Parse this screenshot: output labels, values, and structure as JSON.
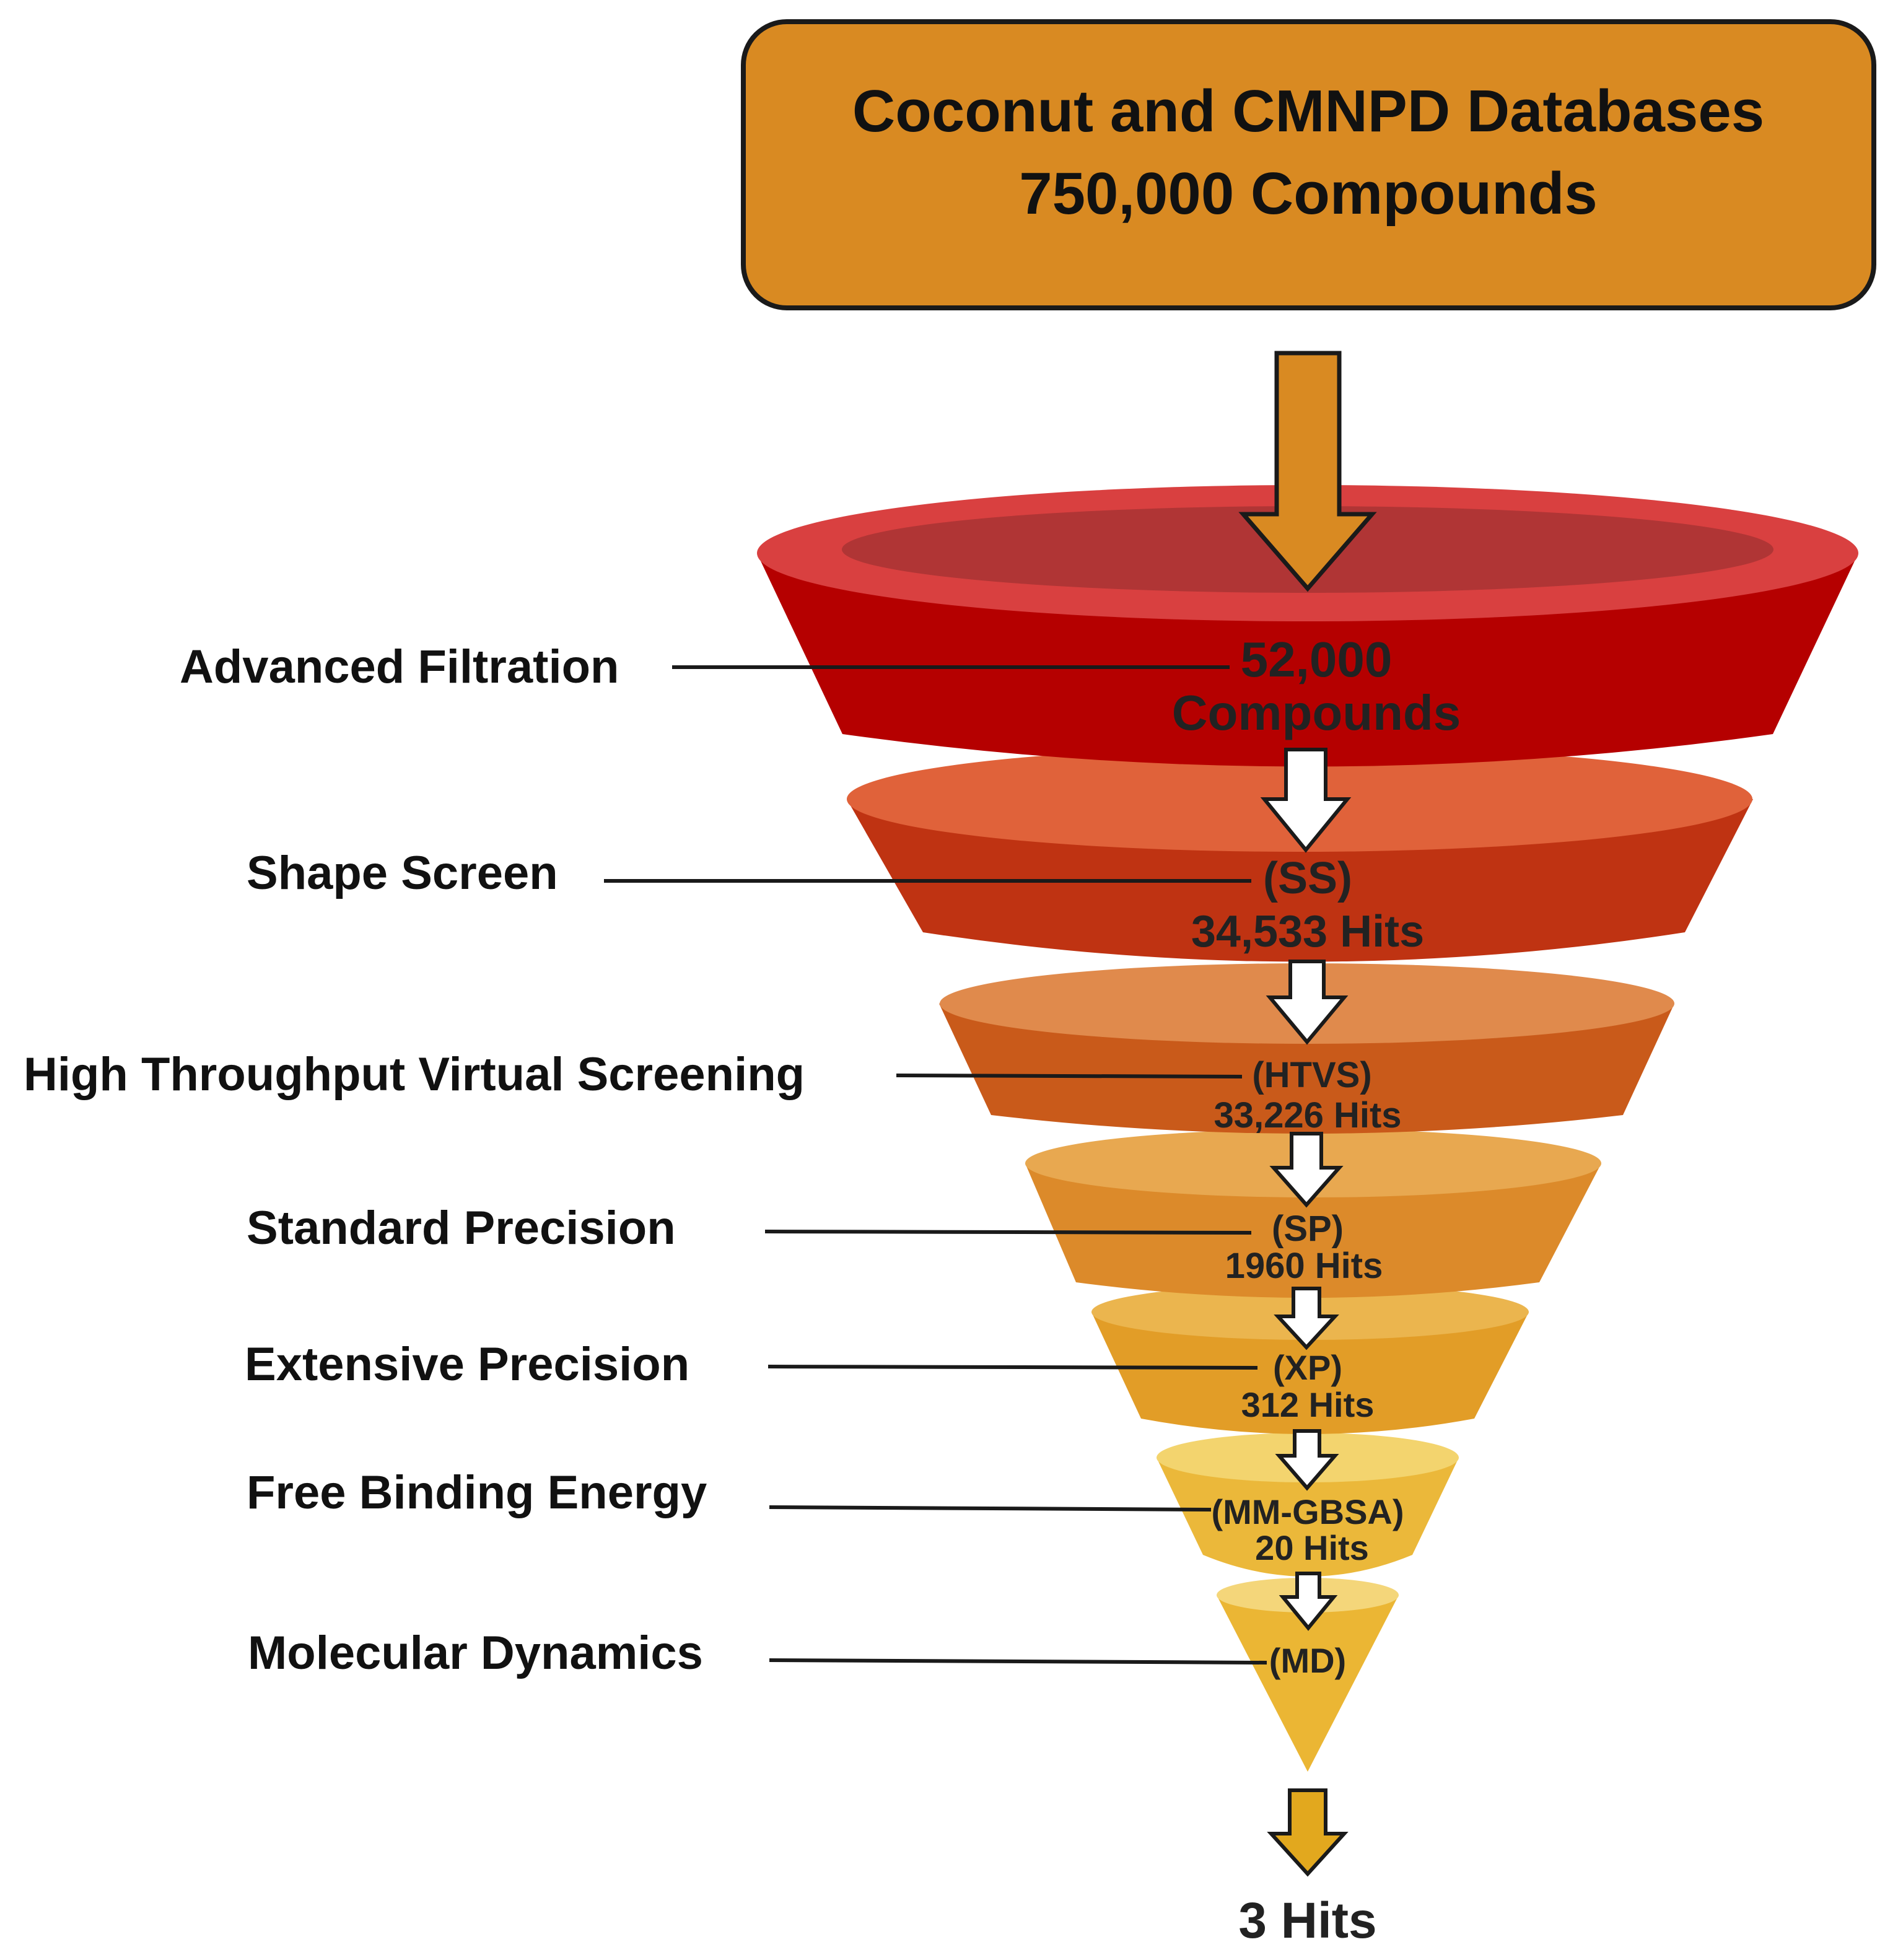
{
  "source_box": {
    "line1": "Coconut and CMNPD Databases",
    "line2": "750,000 Compounds",
    "fill": "#D98A22"
  },
  "stages": [
    {
      "label": "Advanced Filtration",
      "inner": [
        "52,000",
        "Compounds"
      ],
      "top_color": "#D94040",
      "body_color": "#B50000"
    },
    {
      "label": "Shape Screen",
      "inner": [
        "(SS)",
        "34,533 Hits"
      ],
      "top_color": "#E0623A",
      "body_color": "#BF3312"
    },
    {
      "label": "High Throughput Virtual Screening",
      "inner": [
        "(HTVS)",
        "33,226 Hits"
      ],
      "top_color": "#E08A4C",
      "body_color": "#C95A1A"
    },
    {
      "label": "Standard Precision",
      "inner": [
        "(SP)",
        "1960 Hits"
      ],
      "top_color": "#E8A850",
      "body_color": "#DC8A2A"
    },
    {
      "label": "Extensive Precision",
      "inner": [
        "(XP)",
        "312 Hits"
      ],
      "top_color": "#EBB54E",
      "body_color": "#E29D27"
    },
    {
      "label": "Free Binding Energy",
      "inner": [
        "(MM-GBSA)",
        "20 Hits"
      ],
      "top_color": "#F3D46E",
      "body_color": "#EBB83A"
    },
    {
      "label": "Molecular Dynamics",
      "inner": [
        "(MD)"
      ],
      "top_color": "#F4D67A",
      "body_color": "#EBB634"
    }
  ],
  "final": {
    "label": "3 Hits",
    "arrow_color": "#E2A81E"
  },
  "main_arrow_color": "#D98A22"
}
